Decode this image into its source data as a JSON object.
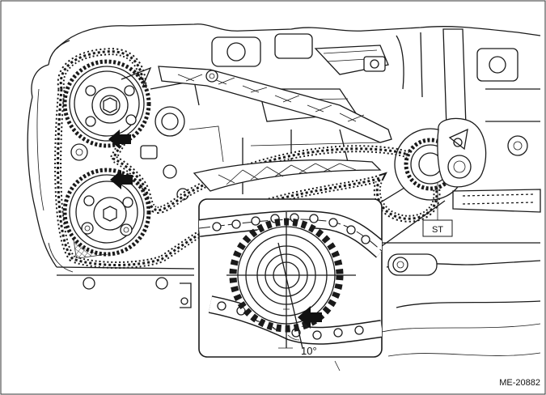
{
  "figure": {
    "tool_label": "ST",
    "angle_label": "10°",
    "figure_code": "ME-20882"
  },
  "colors": {
    "line": "#1a1a1a",
    "background": "#ffffff",
    "arrow": "#111111"
  }
}
